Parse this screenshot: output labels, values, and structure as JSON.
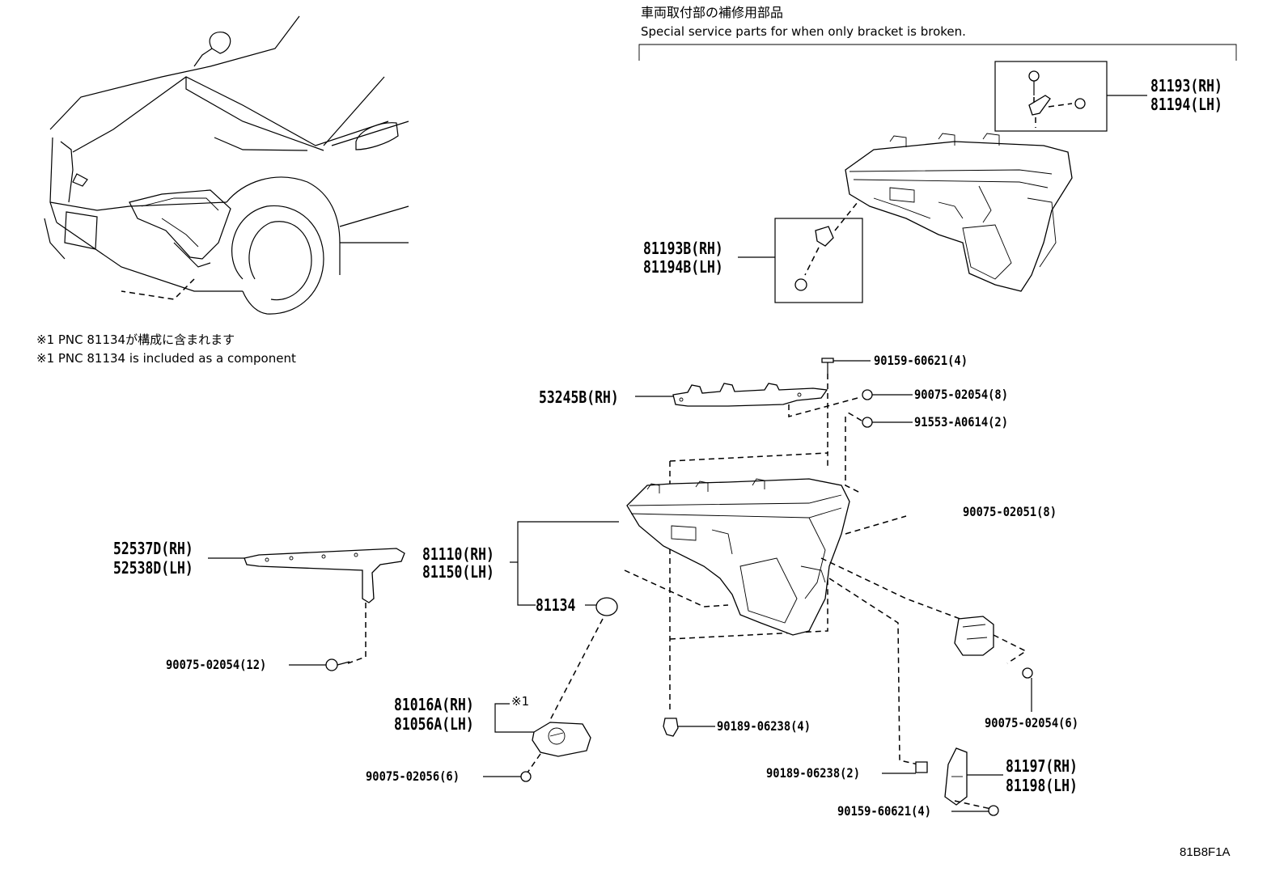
{
  "header": {
    "title_jp": "車両取付部の補修用部品",
    "title_en": "Special service parts for when only bracket is broken."
  },
  "notes": [
    "※1 PNC 81134が構成に含まれます",
    "※1 PNC 81134 is included as a component"
  ],
  "callouts": {
    "p81193": [
      "81193(RH)",
      "81194(LH)"
    ],
    "p81193b": [
      "81193B(RH)",
      "81194B(LH)"
    ],
    "p53245b": "53245B(RH)",
    "p90159_top": "90159-60621(4)",
    "p90075_8": "90075-02054(8)",
    "p91553": "91553-A0614(2)",
    "p90075_02051": "90075-02051(8)",
    "p52537": [
      "52537D(RH)",
      "52538D(LH)"
    ],
    "p81110": [
      "81110(RH)",
      "81150(LH)"
    ],
    "p81134": "81134",
    "p90075_12": "90075-02054(12)",
    "p81016": [
      "81016A(RH)",
      "81056A(LH)"
    ],
    "ref_mark": "※1",
    "p90075_02056": "90075-02056(6)",
    "p90189_4": "90189-06238(4)",
    "p90075_6": "90075-02054(6)",
    "p90189_2": "90189-06238(2)",
    "p81197": [
      "81197(RH)",
      "81198(LH)"
    ],
    "p90159_bottom": "90159-60621(4)"
  },
  "illustration_code": "81B8F1A"
}
